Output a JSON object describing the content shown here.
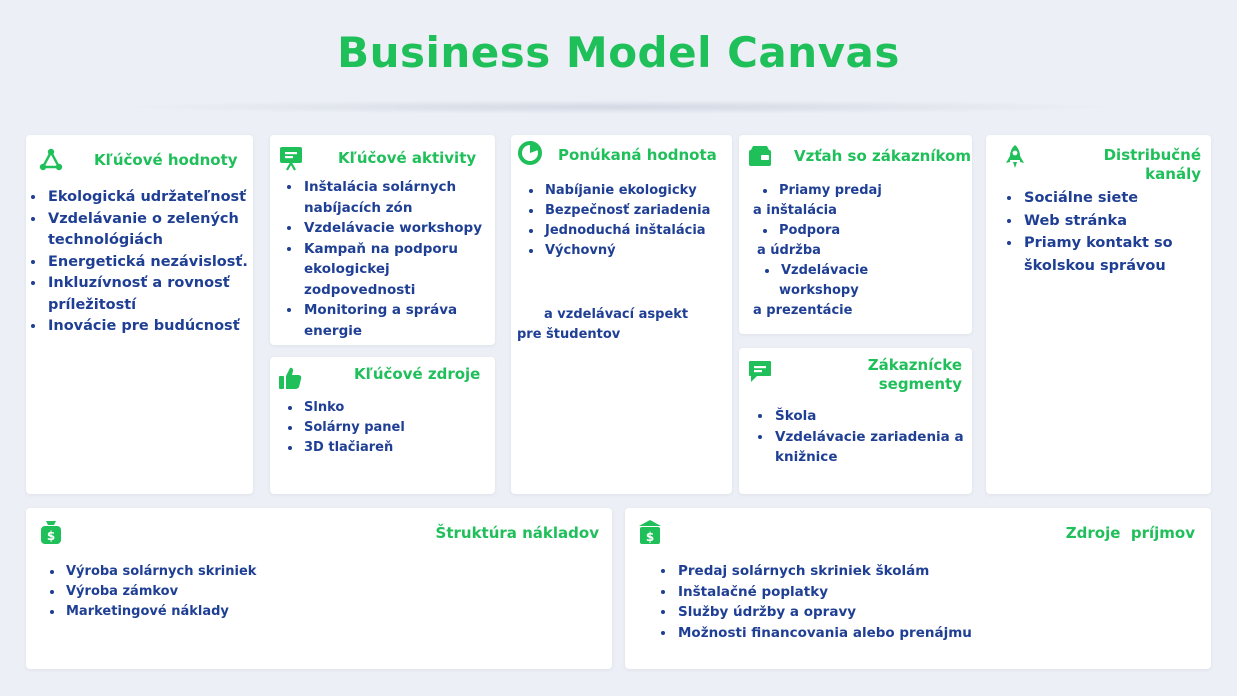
{
  "title": "Business Model Canvas",
  "colors": {
    "accent": "#1fbf5a",
    "text": "#1f3f94",
    "background": "#eceff5"
  },
  "key_values": {
    "icon": "network-icon",
    "title": "Kľúčové hodnoty",
    "items": [
      "Ekologická udržateľnosť",
      "Vzdelávanie o zelených technológiách",
      "Energetická nezávislosť.",
      "Inkluzívnosť a rovnosť príležitostí",
      "Inovácie pre budúcnosť"
    ]
  },
  "key_activities": {
    "icon": "presentation-icon",
    "title": "Kľúčové aktivity",
    "items": [
      "Inštalácia solárnych nabíjacích zón",
      "Vzdelávacie workshopy",
      "Kampaň na podporu ekologickej zodpovednosti",
      "Monitoring a správa energie"
    ]
  },
  "key_resources": {
    "icon": "thumbs-up-icon",
    "title": "Kľúčové zdroje",
    "items": [
      "Slnko",
      "Solárny panel",
      "3D tlačiareň"
    ]
  },
  "value_proposition": {
    "icon": "pie-chart-icon",
    "title": "Ponúkaná hodnota",
    "items": [
      "Nabíjanie ekologicky",
      "Bezpečnosť zariadenia",
      "Jednoduchá inštalácia",
      "Výchovný"
    ],
    "continuation_1": "a vzdelávací aspekt",
    "continuation_2": "pre študentov"
  },
  "customer_relationships": {
    "icon": "wallet-icon",
    "title": "Vzťah so zákazníkom",
    "line1": "Priamy  predaj",
    "line2": "a inštalácia",
    "line3": "Podpora",
    "line4": "a údržba",
    "line5": "Vzdelávacie",
    "line6": "workshopy",
    "line7": "a prezentácie"
  },
  "customer_segments": {
    "icon": "chat-icon",
    "title_line1": "Zákaznícke",
    "title_line2": "segmenty",
    "items": [
      "Škola",
      "Vzdelávacie zariadenia a knižnice"
    ]
  },
  "channels": {
    "icon": "rocket-icon",
    "title_line1": "Distribučné",
    "title_line2": "kanály",
    "items": [
      "Sociálne siete",
      "Web stránka",
      "Priamy kontakt so školskou správou"
    ]
  },
  "cost_structure": {
    "icon": "money-bag-icon",
    "title": "Štruktúra nákladov",
    "items": [
      "Výroba solárnych skriniek",
      "Výroba zámkov",
      "Marketingové náklady"
    ]
  },
  "revenue_streams": {
    "icon": "cash-register-icon",
    "title": "Zdroje  príjmov",
    "items": [
      "Predaj solárnych skriniek školám",
      "Inštalačné poplatky",
      "Služby údržby a opravy",
      "Možnosti financovania alebo prenájmu"
    ]
  }
}
